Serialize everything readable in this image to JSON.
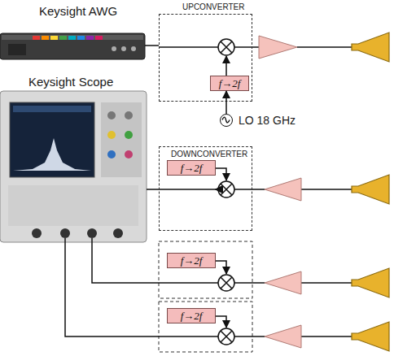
{
  "diagram": {
    "nodes": [
      {
        "text": [
          "Keysight AWG"
        ]
      },
      {
        "text": [
          "UPCONVERTER"
        ]
      },
      {
        "text": [
          "f→2f"
        ],
        "in": 1
      },
      {
        "text": [
          "LO 18 GHz"
        ]
      },
      {
        "text": [
          "Keysight Scope"
        ]
      },
      {
        "text": [
          "DOWNCONVERTER"
        ]
      },
      {
        "text": [
          "f→2f"
        ],
        "in": 5
      },
      {
        "text": [
          "f→2f"
        ]
      },
      {
        "text": [
          "f→2f"
        ]
      }
    ],
    "edges": [
      {
        "from": 0,
        "to": 1,
        "arrow": "none"
      },
      {
        "from": 3,
        "to": 2,
        "arrow": "to"
      },
      {
        "from": 3,
        "to": 6,
        "arrow": "to"
      },
      {
        "from": 3,
        "to": 7,
        "arrow": "to"
      },
      {
        "from": 3,
        "to": 8,
        "arrow": "to"
      },
      {
        "from": 5,
        "to": 4,
        "arrow": "none"
      }
    ]
  }
}
